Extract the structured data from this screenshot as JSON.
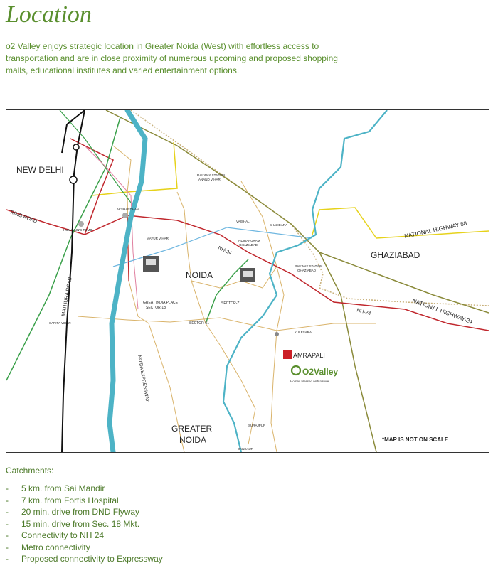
{
  "page": {
    "title": "Location",
    "intro": "o2 Valley enjoys strategic location in Greater Noida (West) with effortless access to transportation and are in close proximity of numerous upcoming and proposed shopping malls, educational institutes and varied entertainment options."
  },
  "map": {
    "places": {
      "new_delhi": "NEW DELHI",
      "noida": "NOIDA",
      "ghaziabad": "GHAZIABAD",
      "greater_noida_line1": "GREATER",
      "greater_noida_line2": "NOIDA",
      "amrapali": "AMRAPALI"
    },
    "roads": {
      "ring_road": "RING ROAD",
      "mathura_road": "MATHURA ROAD",
      "nh24_label": "NH-24",
      "nh24_highway": "NATIONAL HIGHWAY-24",
      "nh58_highway": "NATIONAL HIGHWAY-58",
      "nh24_short": "NH-24",
      "expressway": "NOIDA EXPRESSWAY"
    },
    "small_labels": {
      "railway_anand_vihar_1": "RAILWAY STATION",
      "railway_anand_vihar_2": "ANAND VIHAR",
      "railway_ghaziabad_1": "RAILWAY STATION",
      "railway_ghaziabad_2": "GHAZIABAD",
      "indirapuram_1": "INDIRAPURAM",
      "indirapuram_2": "GHAZIABAD",
      "vaishali": "VAISHALI",
      "akshardham": "AKSHARDHAM",
      "humayuns_tomb": "HUMAYUN'S TOMB",
      "mayur_vihar": "MAYUR VIHAR",
      "gip_1": "GREAT INDIA PLACE",
      "gip_2": "SECTOR-18",
      "sector_71": "SECTOR-71",
      "sector_51": "SECTOR-51",
      "sarita_vihar": "SARITA VIHAR",
      "surajpur": "SURAJPUR",
      "kasna": "DANKAUR",
      "kulesara": "KULESARA",
      "shahdara": "SHAHDARA"
    },
    "brand": {
      "name": "O2Valley",
      "tagline": "Homes blessed with nature."
    },
    "note": "*MAP IS NOT  ON SCALE",
    "colors": {
      "river": "#4db3c6",
      "red_road": "#c0272d",
      "green_road": "#3aa04a",
      "yellow_road": "#e6d21b",
      "olive_road": "#8a8a3a",
      "thin_road": "#d9b36a",
      "rail": "#111111",
      "brand_green": "#5a8f2e"
    }
  },
  "catchments": {
    "title": "Catchments:",
    "items": [
      "5 km. from Sai Mandir",
      "7 km. from Fortis Hospital",
      "20 min. drive from DND Flyway",
      "15 min. drive from Sec. 18 Mkt.",
      "Connectivity to NH 24",
      "Metro connectivity",
      "Proposed connectivity  to Expressway"
    ]
  }
}
